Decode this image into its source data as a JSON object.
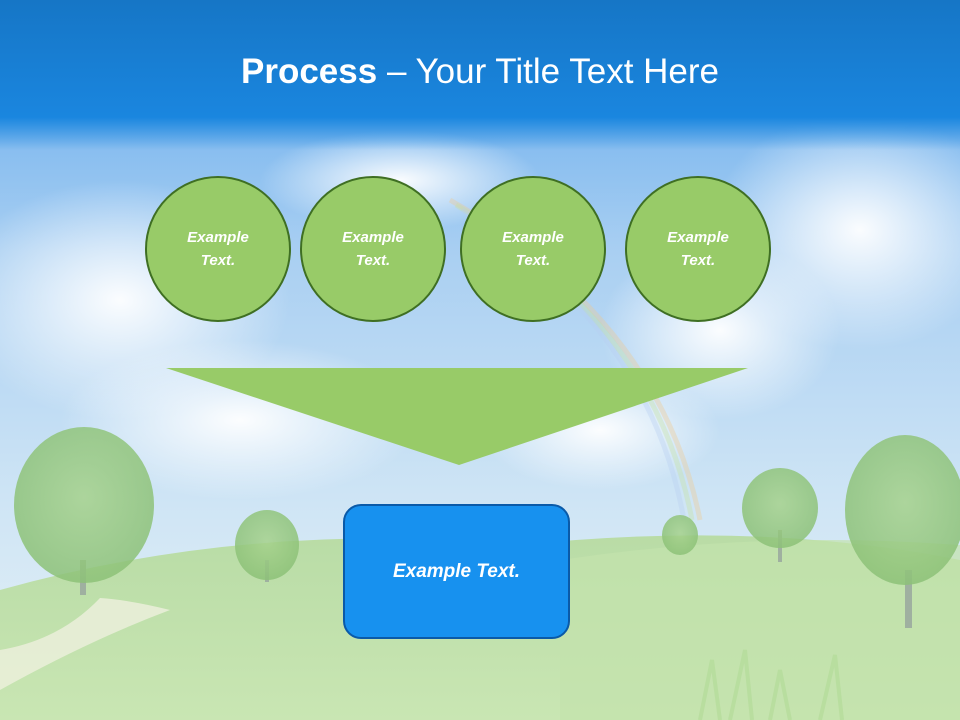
{
  "slide": {
    "title_bold": "Process",
    "title_rest": " – Your Title Text Here"
  },
  "circles": [
    {
      "label": "Example Text."
    },
    {
      "label": "Example Text."
    },
    {
      "label": "Example Text."
    },
    {
      "label": "Example Text."
    }
  ],
  "result_box": {
    "label": "Example Text."
  },
  "colors": {
    "title_bar": "#1a7fd8",
    "circle_fill": "#98cb68",
    "circle_border": "#3f6f23",
    "funnel_fill": "#98cb68",
    "box_fill": "#1791ef",
    "box_border": "#0a5aa8"
  }
}
